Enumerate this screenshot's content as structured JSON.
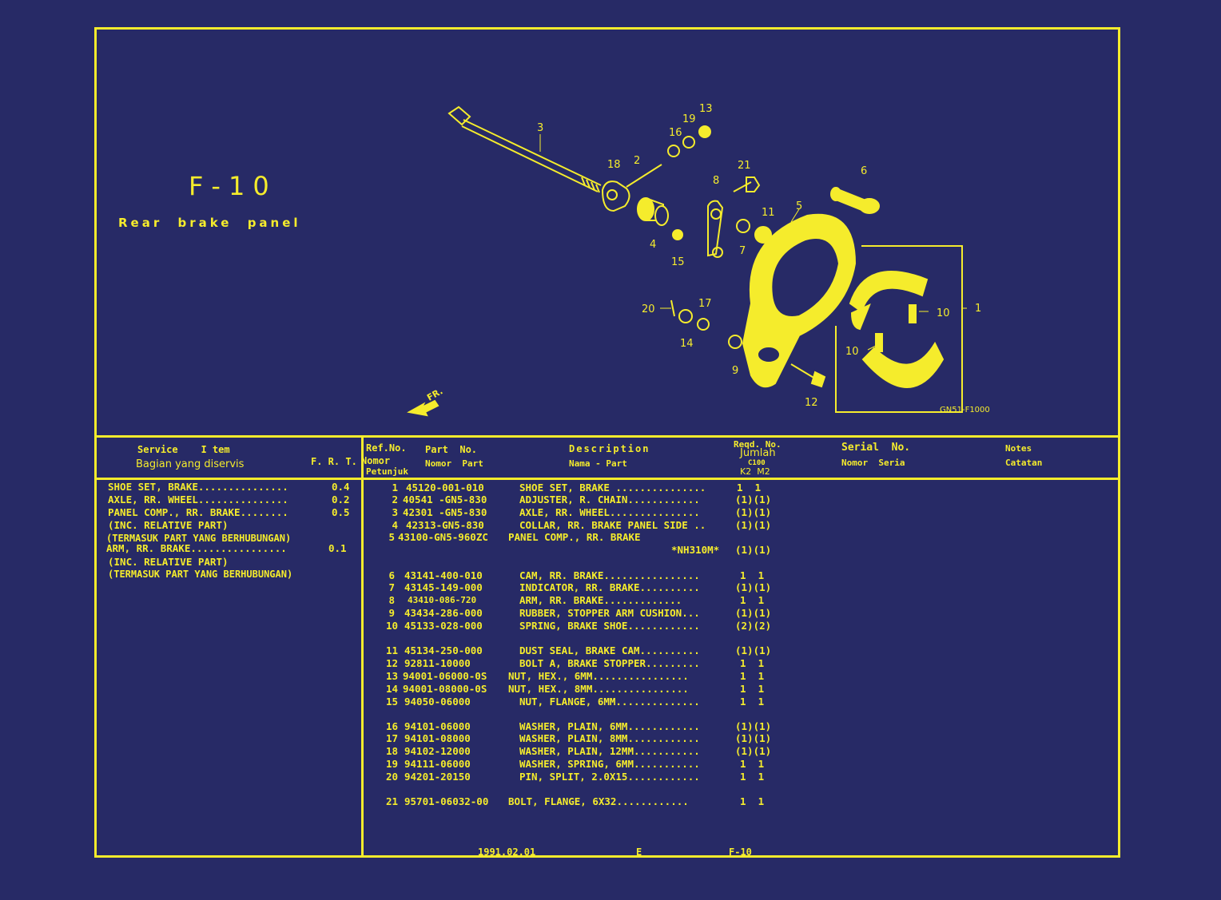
{
  "header": {
    "code": "F-10",
    "subtitle": "Rear brake panel",
    "drawing_code": "GN51-F1000",
    "fr_label": "FR."
  },
  "diagram_labels": [
    "1",
    "2",
    "3",
    "4",
    "5",
    "6",
    "7",
    "8",
    "9",
    "10",
    "10",
    "11",
    "12",
    "13",
    "14",
    "15",
    "16",
    "17",
    "18",
    "19",
    "20",
    "21"
  ],
  "table_header": {
    "service_item_en": "Service    I tem",
    "service_item_id": "Bagian yang diservis",
    "frt": "F. R. T.",
    "ref_no": "Ref.No.",
    "ref_no_id": "Nomor",
    "ref_no_id2": "Petunjuk",
    "part_no": "Part  No.",
    "part_no_id": "Nomor  Part",
    "description": "Description",
    "description_id": "Nama - Part",
    "reqd_no": "Reqd. No.",
    "jumlah": "Jumlah",
    "model_code": "C100",
    "models": "K2  M2",
    "serial_no": "Serial  No.",
    "serial_no_id": "Nomor  Seria",
    "notes": "Notes",
    "notes_id": "Catatan"
  },
  "service_items": [
    {
      "name": "SHOE SET, BRAKE...............",
      "frt": "0.4"
    },
    {
      "name": "AXLE, RR. WHEEL...............",
      "frt": "0.2"
    },
    {
      "name": "PANEL COMP., RR. BRAKE........",
      "frt": "0.5"
    },
    {
      "name": "(INC. RELATIVE PART)",
      "frt": ""
    },
    {
      "name": "(TERMASUK PART YANG BERHUBUNGAN)",
      "frt": ""
    },
    {
      "name": "ARM, RR. BRAKE................",
      "frt": "0.1"
    },
    {
      "name": "(INC. RELATIVE PART)",
      "frt": ""
    },
    {
      "name": "(TERMASUK PART YANG BERHUBUNGAN)",
      "frt": ""
    }
  ],
  "parts": [
    {
      "ref": "1",
      "part": "45120-001-010",
      "desc": "SHOE SET, BRAKE ...............",
      "qty": "1  1"
    },
    {
      "ref": "2",
      "part": "40541 -GN5-830",
      "desc": "ADJUSTER, R. CHAIN............",
      "qty": "(1)(1)"
    },
    {
      "ref": "3",
      "part": "42301 -GN5-830",
      "desc": "AXLE, RR. WHEEL...............",
      "qty": "(1)(1)"
    },
    {
      "ref": "4",
      "part": "42313-GN5-830",
      "desc": "COLLAR, RR. BRAKE PANEL SIDE ..",
      "qty": "(1)(1)"
    },
    {
      "ref": "5",
      "part": "43100-GN5-960ZC",
      "desc": "PANEL COMP., RR. BRAKE",
      "qty": ""
    },
    {
      "ref": "",
      "part": "",
      "desc": "*NH310M*",
      "qty": "(1)(1)"
    },
    {
      "ref": "6",
      "part": "43141-400-010",
      "desc": "CAM, RR. BRAKE................",
      "qty": "1  1"
    },
    {
      "ref": "7",
      "part": "43145-149-000",
      "desc": "INDICATOR, RR. BRAKE..........",
      "qty": "(1)(1)"
    },
    {
      "ref": "8",
      "part": "43410-086-720",
      "desc": "ARM, RR. BRAKE.............",
      "qty": "1  1"
    },
    {
      "ref": "9",
      "part": "43434-286-000",
      "desc": "RUBBER, STOPPER ARM CUSHION...",
      "qty": "(1)(1)"
    },
    {
      "ref": "10",
      "part": "45133-028-000",
      "desc": "SPRING, BRAKE SHOE............",
      "qty": "(2)(2)"
    },
    {
      "ref": "11",
      "part": "45134-250-000",
      "desc": "DUST SEAL, BRAKE CAM..........",
      "qty": "(1)(1)"
    },
    {
      "ref": "12",
      "part": "92811-10000",
      "desc": "BOLT A, BRAKE STOPPER.........",
      "qty": "1  1"
    },
    {
      "ref": "13",
      "part": "94001-06000-0S",
      "desc": "NUT, HEX., 6MM................",
      "qty": "1  1"
    },
    {
      "ref": "14",
      "part": "94001-08000-0S",
      "desc": "NUT, HEX., 8MM................",
      "qty": "1  1"
    },
    {
      "ref": "15",
      "part": "94050-06000",
      "desc": "NUT, FLANGE, 6MM..............",
      "qty": "1  1"
    },
    {
      "ref": "16",
      "part": "94101-06000",
      "desc": "WASHER, PLAIN, 6MM............",
      "qty": "(1)(1)"
    },
    {
      "ref": "17",
      "part": "94101-08000",
      "desc": "WASHER, PLAIN, 8MM............",
      "qty": "(1)(1)"
    },
    {
      "ref": "18",
      "part": "94102-12000",
      "desc": "WASHER, PLAIN, 12MM...........",
      "qty": "(1)(1)"
    },
    {
      "ref": "19",
      "part": "94111-06000",
      "desc": "WASHER, SPRING, 6MM...........",
      "qty": "1  1"
    },
    {
      "ref": "20",
      "part": "94201-20150",
      "desc": "PIN, SPLIT, 2.0X15............",
      "qty": "1  1"
    },
    {
      "ref": "21",
      "part": "95701-06032-00",
      "desc": "BOLT, FLANGE, 6X32............",
      "qty": "1  1"
    }
  ],
  "footer": {
    "date": "1991.02.01",
    "edition": "E",
    "page_code": "F-10"
  },
  "colors": {
    "background": "#272a66",
    "ink": "#f5ec2c"
  }
}
